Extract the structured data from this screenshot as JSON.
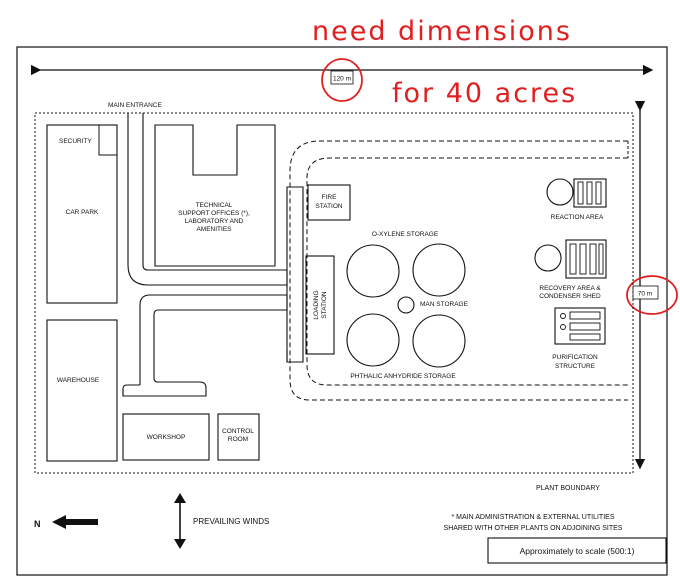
{
  "annotations": {
    "line1": "need dimensions",
    "line2": "for 40 acres",
    "circle_color": "#e02020"
  },
  "dimensions": {
    "width_label": "120 m",
    "height_label": "70 m"
  },
  "areas": {
    "main_entrance": "MAIN ENTRANCE",
    "security": "SECURITY",
    "car_park": "CAR PARK",
    "warehouse": "WAREHOUSE",
    "technical_line1": "TECHNICAL",
    "technical_line2": "SUPPORT OFFICES (*),",
    "technical_line3": "LABORATORY AND",
    "technical_line4": "AMENITIES",
    "fire_line1": "FIRE",
    "fire_line2": "STATION",
    "loading_line1": "LOADING",
    "loading_line2": "STATION",
    "oxylene": "O-XYLENE STORAGE",
    "man_storage": "MAN STORAGE",
    "phthalic": "PHTHALIC ANHYDRIDE STORAGE",
    "reaction": "REACTION AREA",
    "recovery_line1": "RECOVERY AREA &",
    "recovery_line2": "CONDENSER SHED",
    "purification_line1": "PURIFICATION",
    "purification_line2": "STRUCTURE",
    "workshop": "WORKSHOP",
    "control_line1": "CONTROL",
    "control_line2": "ROOM",
    "plant_boundary": "PLANT BOUNDARY"
  },
  "legend": {
    "north": "N",
    "winds": "PREVAILING WINDS",
    "note_line1": "* MAIN ADMINISTRATION & EXTERNAL UTILITIES",
    "note_line2": "SHARED WITH OTHER PLANTS ON ADJOINING SITES",
    "scale": "Approximately to scale (500:1)"
  }
}
